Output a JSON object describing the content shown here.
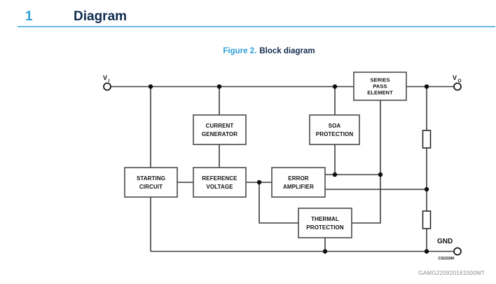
{
  "header": {
    "section_number": "1",
    "section_title": "Diagram"
  },
  "figure": {
    "label": "Figure 2.",
    "title": "Block diagram"
  },
  "diagram": {
    "blocks": {
      "series_pass_element": {
        "lines": [
          "SERIES",
          "PASS",
          "ELEMENT"
        ]
      },
      "current_generator": {
        "lines": [
          "CURRENT",
          "GENERATOR"
        ]
      },
      "soa_protection": {
        "lines": [
          "SOA",
          "PROTECTION"
        ]
      },
      "starting_circuit": {
        "lines": [
          "STARTING",
          "CIRCUIT"
        ]
      },
      "reference_voltage": {
        "lines": [
          "REFERENCE",
          "VOLTAGE"
        ]
      },
      "error_amplifier": {
        "lines": [
          "ERROR",
          "AMPLIFIER"
        ]
      },
      "thermal_protection": {
        "lines": [
          "THERMAL",
          "PROTECTION"
        ]
      }
    },
    "terminals": {
      "input": {
        "label": "V",
        "sub": "I"
      },
      "output": {
        "label": "V",
        "sub": "O"
      },
      "ground": {
        "label": "GND"
      }
    },
    "code": "CS22280"
  },
  "footer": {
    "code": "GAMG220920161000MT"
  },
  "colors": {
    "accent_blue": "#2f9fd8",
    "underline_blue": "#66bee6",
    "dark_navy": "#0f2b4e",
    "line_gray": "#3d3d3d",
    "footer_gray": "#8c8c8c"
  }
}
